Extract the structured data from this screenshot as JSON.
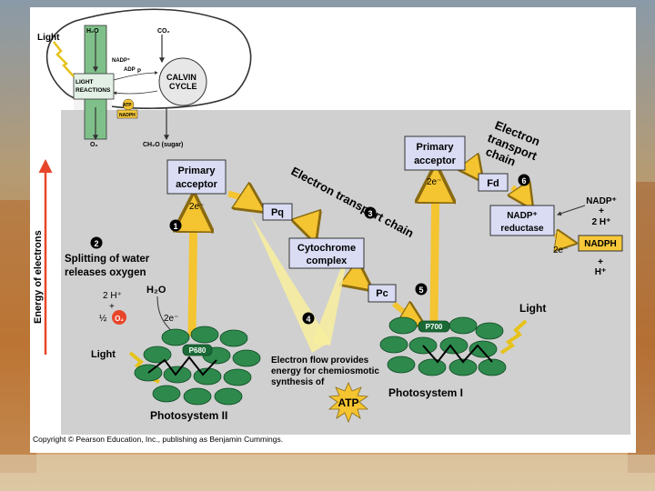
{
  "inset": {
    "light": "Light",
    "h2o": "H₂O",
    "co2": "CO₂",
    "nadp_plus": "NADP⁺",
    "adp": "ADP",
    "p": "P",
    "light_reactions_1": "LIGHT",
    "light_reactions_2": "REACTIONS",
    "calvin_1": "CALVIN",
    "calvin_2": "CYCLE",
    "atp": "ATP",
    "nadph": "NADPH",
    "o2": "O₂",
    "ch2o": "CH₂O (sugar)"
  },
  "main": {
    "axis_label": "Energy of electrons",
    "primary_acceptor_1_a": "Primary",
    "primary_acceptor_1_b": "acceptor",
    "primary_acceptor_2_a": "Primary",
    "primary_acceptor_2_b": "acceptor",
    "etc1": "Electron transport chain",
    "etc2_a": "Electron",
    "etc2_b": "transport",
    "etc2_c": "chain",
    "pq": "Pq",
    "cytochrome_a": "Cytochrome",
    "cytochrome_b": "complex",
    "pc": "Pc",
    "fd": "Fd",
    "nadp_reductase_a": "NADP⁺",
    "nadp_reductase_b": "reductase",
    "nadp_plus_in": "NADP⁺",
    "plus": "+",
    "two_h_plus": "2 H⁺",
    "nadph": "NADPH",
    "h_plus": "H⁺",
    "two_e": "2e⁻",
    "step1": "1",
    "step2": "2",
    "step3": "3",
    "step4": "4",
    "step5": "5",
    "step6": "6",
    "splitting_a": "Splitting of water",
    "splitting_b": "releases oxygen",
    "h2o": "H₂O",
    "two_h": "2 H⁺",
    "half": "½",
    "o2": "O₂",
    "light_left": "Light",
    "light_right": "Light",
    "p680": "P680",
    "p700": "P700",
    "electron_flow_a": "Electron flow provides",
    "electron_flow_b": "energy for chemiosmotic",
    "electron_flow_c": "synthesis of",
    "atp": "ATP",
    "ps1": "Photosystem I",
    "ps2": "Photosystem II"
  },
  "copyright": "Copyright © Pearson Education, Inc., publishing as Benjamin Cummings.",
  "colors": {
    "arrow_yellow": "#f4c431",
    "box_fill": "#d9dcf3",
    "panel": "#d0d0d0",
    "photosystem_green": "#2e8a4c",
    "energy_arrow": "#e8462a",
    "nadph_fill": "#f6c83a"
  }
}
